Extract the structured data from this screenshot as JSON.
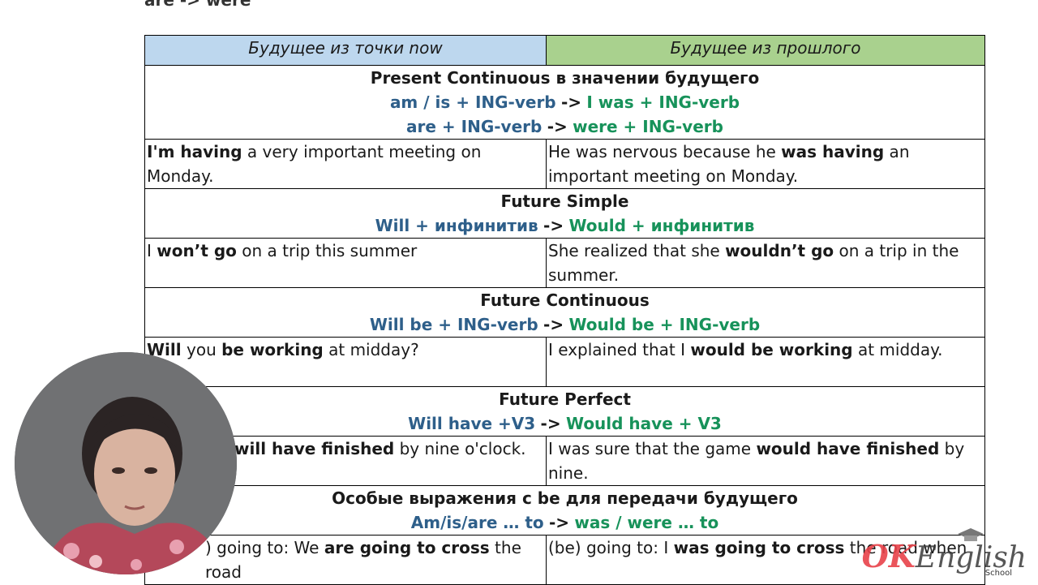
{
  "top_fragment": "are -> were",
  "header": {
    "col_now": "Будущее из точки now",
    "col_past": "Будущее из прошлого"
  },
  "sections": [
    {
      "title": "Present Continuous в значении будущего",
      "formulas": [
        {
          "now": "am / is + ING-verb",
          "arrow": "->",
          "past": "I was + ING-verb"
        },
        {
          "now": "are + ING-verb",
          "arrow": "->",
          "past": "were + ING-verb"
        }
      ],
      "example_now": {
        "pre": "",
        "bold": "I'm having",
        "post": " a very important meeting on Monday."
      },
      "example_past": {
        "pre": "He was nervous because he ",
        "bold": "was having",
        "post": " an important meeting on Monday."
      }
    },
    {
      "title": "Future Simple",
      "formulas": [
        {
          "now": "Will + инфинитив",
          "arrow": "->",
          "past": "Would + инфинитив"
        }
      ],
      "example_now": {
        "pre": "I ",
        "bold": "won’t go",
        "post": " on a trip this summer"
      },
      "example_past": {
        "pre": "She realized that she ",
        "bold": "wouldn’t go",
        "post": " on a trip in the summer."
      }
    },
    {
      "title": "Future Continuous",
      "formulas": [
        {
          "now": "Will be + ING-verb",
          "arrow": "->",
          "past": "Would be + ING-verb"
        }
      ],
      "example_now": {
        "pre": "",
        "bold": "Will",
        "post": " you "
      },
      "example_now_b": {
        "bold": "be working",
        "post": " at midday?"
      },
      "example_past": {
        "pre": "I explained that I ",
        "bold": "would be working",
        "post": " at midday."
      }
    },
    {
      "title": "Future Perfect",
      "formulas": [
        {
          "now": "Will have +V3",
          "arrow": "->",
          "past": "Would have + V3"
        }
      ],
      "example_now": {
        "pre": "",
        "bold": "will have finished",
        "post": " by nine o'clock."
      },
      "example_past": {
        "pre": "I was sure that the game ",
        "bold": "would have finished",
        "post": " by nine."
      }
    },
    {
      "title": "Особые выражения с be для передачи будущего",
      "formulas": [
        {
          "now": "Am/is/are … to",
          "arrow": "->",
          "past": "was / were … to"
        }
      ],
      "example_now": {
        "pre": ") going to: We ",
        "bold": "are going to cross",
        "post": " the road"
      },
      "example_past": {
        "pre": "(be) going to: I ",
        "bold": "was going to cross",
        "post": " the road when"
      }
    }
  ],
  "watermark": {
    "ok": "OK",
    "english": "English",
    "school": "School"
  },
  "colors": {
    "header_now": "#bdd7ee",
    "header_past": "#a9d18e",
    "formula_now": "#2e5f8a",
    "formula_past": "#17925a",
    "logo_red": "#e8424a"
  }
}
